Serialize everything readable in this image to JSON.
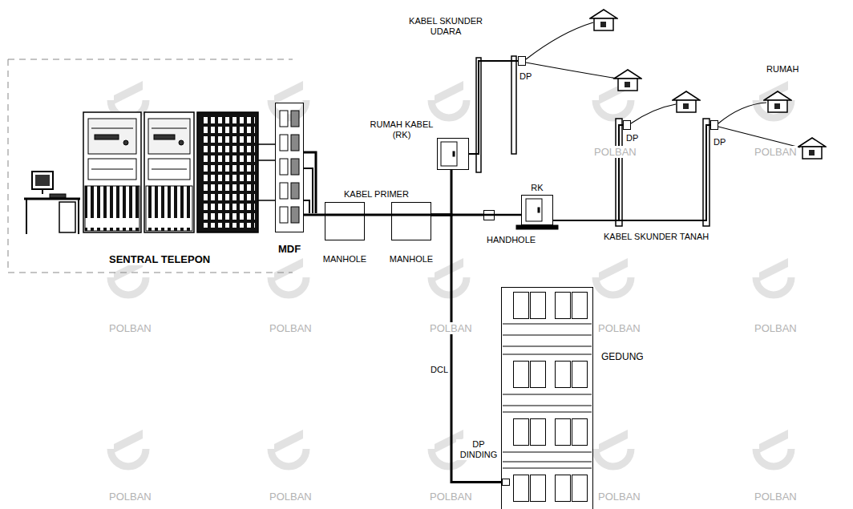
{
  "diagram": {
    "nodes": [
      {
        "text": [
          "MDF"
        ]
      },
      {
        "text": [
          "MANHOLE"
        ]
      },
      {
        "text": [
          "MANHOLE"
        ]
      },
      {
        "text": [
          "RUMAH KABEL (RK)"
        ]
      },
      {
        "text": [
          "HANDHOLE"
        ]
      },
      {
        "text": [
          "RK"
        ]
      },
      {
        "text": [
          "DP"
        ]
      },
      {
        "text": [
          "DP"
        ]
      },
      {
        "text": [
          "DP"
        ]
      },
      {
        "text": [
          "GEDUNG"
        ]
      },
      {
        "text": [
          "DP DINDING"
        ],
        "in": 9
      }
    ],
    "edges": [
      {
        "from": 0,
        "to": 1,
        "arrow": "none"
      },
      {
        "from": 1,
        "to": 2,
        "arrow": "none"
      },
      {
        "from": 2,
        "to": 3,
        "arrow": "none"
      },
      {
        "from": 2,
        "to": 4,
        "arrow": "none"
      },
      {
        "from": 2,
        "to": 10,
        "label": "DCL",
        "arrow": "none"
      },
      {
        "from": 4,
        "to": 5,
        "arrow": "none"
      },
      {
        "from": 3,
        "to": 6,
        "arrow": "none"
      },
      {
        "from": 5,
        "to": 7,
        "arrow": "none"
      },
      {
        "from": 5,
        "to": 8,
        "arrow": "none"
      }
    ],
    "labels": [
      "SENTRAL TELEPON",
      "KABEL PRIMER",
      "KABEL SKUNDER UDARA",
      "RUMAH",
      "KABEL SKUNDER TANAH",
      "POLBAN",
      "POLBAN",
      "POLBAN",
      "POLBAN",
      "POLBAN",
      "POLBAN",
      "POLBAN",
      "POLBAN",
      "POLBAN",
      "POLBAN",
      "POLBAN",
      "POLBAN"
    ]
  }
}
